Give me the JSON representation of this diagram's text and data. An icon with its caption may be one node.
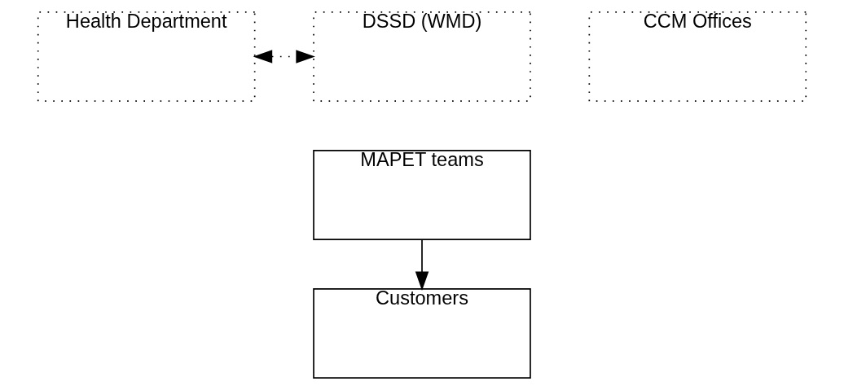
{
  "diagram": {
    "nodes": [
      {
        "text": [
          "Health Department"
        ]
      },
      {
        "text": [
          "DSSD (WMD)"
        ]
      },
      {
        "text": [
          "CCM Offices"
        ]
      },
      {
        "text": [
          "MAPET teams"
        ]
      },
      {
        "text": [
          "Customers"
        ]
      }
    ],
    "edges": [
      {
        "from": 0,
        "to": 1,
        "arrow": "both",
        "style": "dashed"
      },
      {
        "from": 3,
        "to": 4,
        "arrow": "to"
      }
    ]
  }
}
